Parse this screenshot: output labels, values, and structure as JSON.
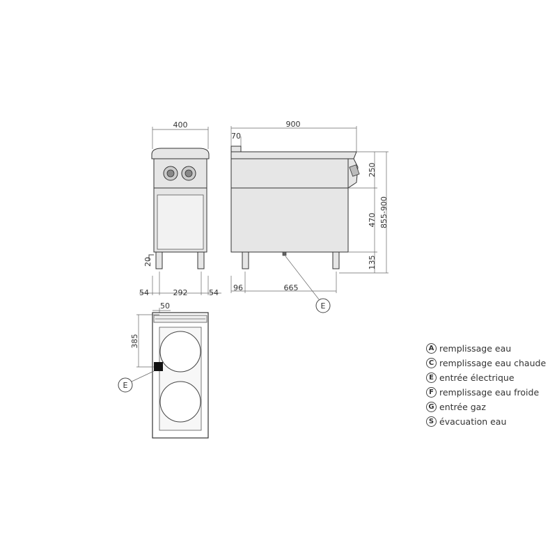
{
  "front_view": {
    "width_label": "400",
    "bottom_labels": [
      "54",
      "292",
      "54"
    ],
    "drain_label": "20"
  },
  "side_view": {
    "depth_label": "900",
    "splash_label": "70",
    "heights": [
      "250",
      "470",
      "135"
    ],
    "total_height_label": "855-900",
    "bottom_labels": [
      "96",
      "665"
    ],
    "callout": "E"
  },
  "top_view": {
    "offset_label": "50",
    "depth_label": "385",
    "callout": "E"
  },
  "legend": [
    {
      "code": "A",
      "text": "remplissage eau"
    },
    {
      "code": "C",
      "text": "remplissage eau chaude"
    },
    {
      "code": "E",
      "text": "entrée électrique"
    },
    {
      "code": "F",
      "text": "remplissage eau froide"
    },
    {
      "code": "G",
      "text": "entrée gaz"
    },
    {
      "code": "S",
      "text": "évacuation eau"
    }
  ]
}
